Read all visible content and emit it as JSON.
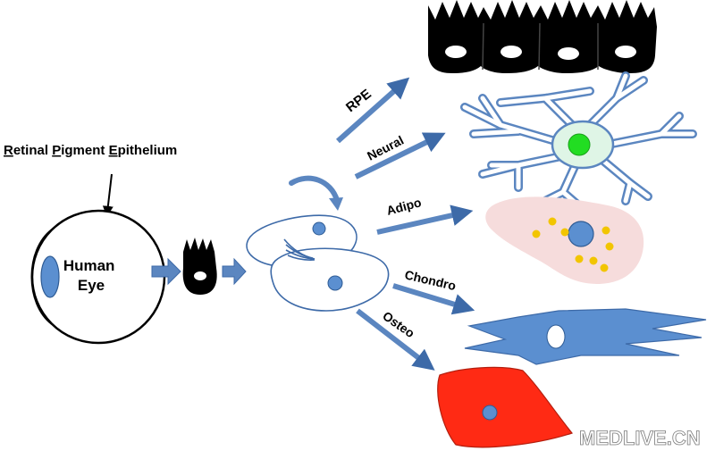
{
  "title": {
    "first_letters": [
      "R",
      "P",
      "E"
    ],
    "rests": [
      "etinal ",
      "igment ",
      "pithelium"
    ]
  },
  "eye_label": [
    "Human",
    "Eye"
  ],
  "branches": {
    "rpe": "RPE",
    "neural": "Neural",
    "adipo": "Adipo",
    "chondro": "Chondro",
    "osteo": "Osteo"
  },
  "watermark": "MEDLIVE.CN",
  "icons": {
    "eye": "human-eye-icon",
    "rpe_cell": "rpe-cell-icon",
    "stem_cells": "dividing-stem-cells-icon",
    "rpe_layer": "rpe-cell-layer-icon",
    "neuron": "neuron-cell-icon",
    "adipocyte": "adipocyte-cell-icon",
    "chondrocyte": "chondrocyte-cell-icon",
    "osteocyte": "osteocyte-cell-icon"
  },
  "colors": {
    "arrow_blue": "#5b86c0",
    "nucleus_blue": "#5b8fd0",
    "neuron_green": "#22dd22",
    "neuron_body": "#dff5e6",
    "adipo_pink": "#f6dcdc",
    "fat_yellow": "#f2c500",
    "osteo_red": "#ff2a14",
    "rpe_black": "#000000"
  }
}
